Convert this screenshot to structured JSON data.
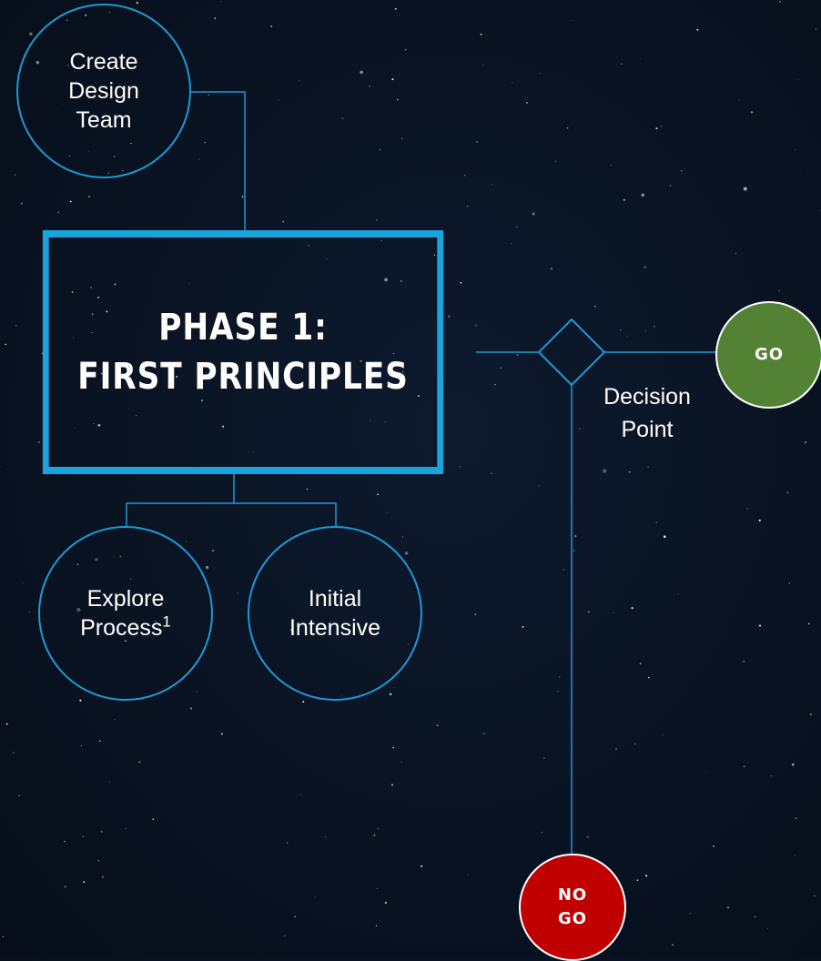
{
  "colors": {
    "background": "#0a1424",
    "accent": "#1e9ad6",
    "go": "#548235",
    "no_go": "#c00000",
    "text": "#ffffff"
  },
  "nodes": {
    "create_team": {
      "line1": "Create",
      "line2": "Design",
      "line3": "Team"
    },
    "phase": {
      "line1": "PHASE 1:",
      "line2": "FIRST PRINCIPLES"
    },
    "explore": {
      "line1": "Explore",
      "line2": "Process",
      "footnote": "1"
    },
    "initial": {
      "line1": "Initial",
      "line2": "Intensive"
    },
    "decision": {
      "line1": "Decision",
      "line2": "Point"
    },
    "go": {
      "label": "GO"
    },
    "no_go": {
      "line1": "NO",
      "line2": "GO"
    }
  }
}
